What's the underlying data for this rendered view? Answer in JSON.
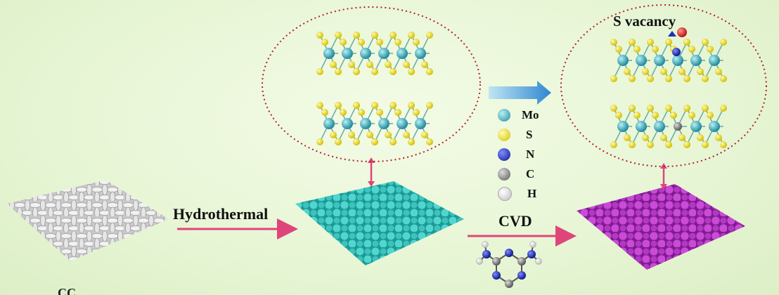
{
  "steps": {
    "hydrothermal": "Hydrothermal",
    "cvd": "CVD"
  },
  "annotations": {
    "s_vacancy": "S vacancy"
  },
  "legend": [
    {
      "symbol": "Mo",
      "color": "#3aa7b8"
    },
    {
      "symbol": "S",
      "color": "#f2e21a"
    },
    {
      "symbol": "N",
      "color": "#1c2fb5"
    },
    {
      "symbol": "C",
      "color": "#8a8a8a"
    },
    {
      "symbol": "H",
      "color": "#f4f4f4"
    }
  ],
  "captions": {
    "cc": "CC"
  },
  "colors": {
    "cloth_plain": "#d9d9d9",
    "cloth_mos2": "#37c6c0",
    "cloth_doped": "#b02fc0",
    "arrow_pink": "#e0457a",
    "arrow_blue": "#3fa0d8",
    "zoom_border": "#b3202a"
  }
}
